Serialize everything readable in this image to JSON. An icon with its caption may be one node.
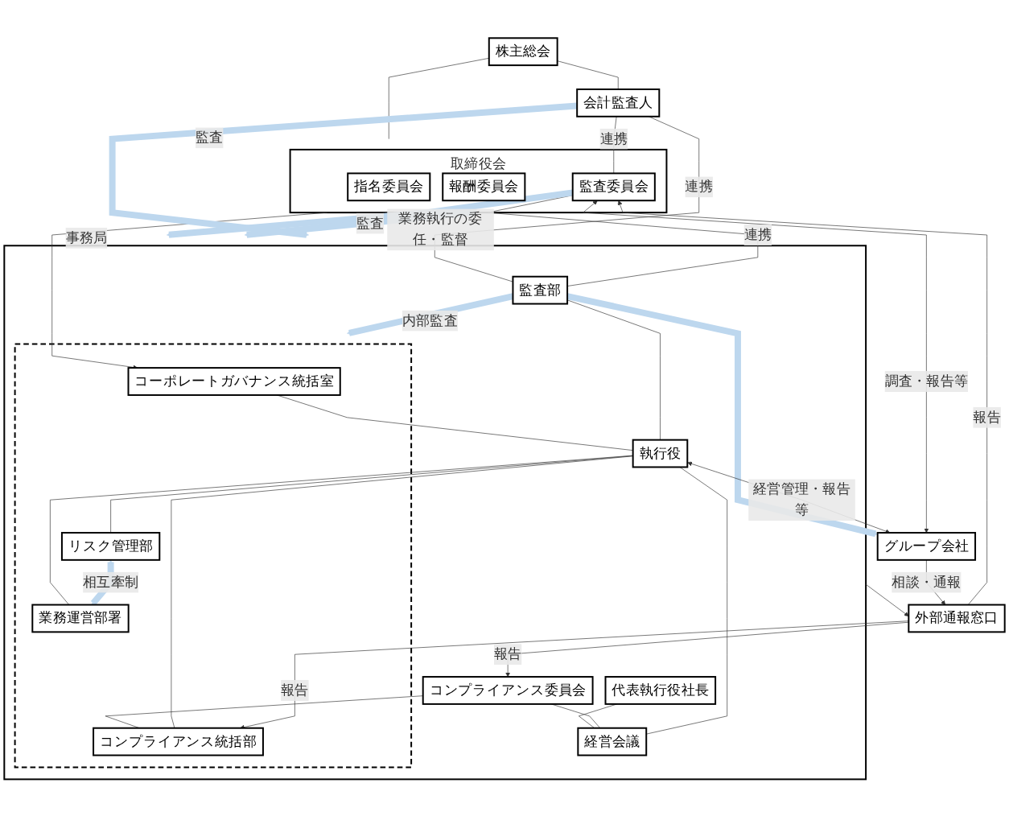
{
  "diagram": {
    "nodes": [
      {
        "text": [
          "株主総会"
        ]
      },
      {
        "text": [
          "取締役会"
        ]
      },
      {
        "text": [
          "指名委員会"
        ],
        "in": 1
      },
      {
        "text": [
          "報酬委員会"
        ],
        "in": 1
      },
      {
        "text": [
          "監査委員会"
        ],
        "in": 1
      },
      {
        "text": [
          "会計監査人"
        ]
      },
      {
        "text": [],
        "shape": "box"
      },
      {
        "text": [],
        "shape": "box",
        "in": 6
      },
      {
        "text": [
          "コーポレートガバナンス統括室"
        ],
        "in": 7
      },
      {
        "text": [
          "代表執行役社長"
        ],
        "in": 6
      },
      {
        "text": [
          "経営会議"
        ],
        "in": 6
      },
      {
        "text": [
          "執行役"
        ],
        "in": 6
      },
      {
        "text": [
          "コンプライアンス委員会"
        ],
        "in": 6
      },
      {
        "text": [
          "コンプライアンス統括部"
        ],
        "in": 7
      },
      {
        "text": [
          "リスク管理部"
        ],
        "in": 7
      },
      {
        "text": [
          "業務運営部署"
        ],
        "in": 7
      },
      {
        "text": [
          "監査部"
        ],
        "in": 6
      },
      {
        "text": [
          "外部通報窓口"
        ]
      },
      {
        "text": [
          "グループ会社"
        ]
      }
    ],
    "edges": [
      {
        "from": 0,
        "to": 1,
        "arrow": "none"
      },
      {
        "from": 0,
        "to": 5,
        "arrow": "none"
      },
      {
        "from": 5,
        "to": 4,
        "arrow": "none",
        "label": "連携"
      },
      {
        "from": 5,
        "to": 16,
        "arrow": "none",
        "label": "連携"
      },
      {
        "from": 4,
        "to": 16,
        "arrow": "none",
        "label": "連携"
      },
      {
        "from": 1,
        "to": 8,
        "arrow": "to",
        "label": "事務局"
      },
      {
        "from": 4,
        "to": 6,
        "arrow": "to",
        "label": "監査",
        "style": "thick",
        "color": "#bdd7ee"
      },
      {
        "from": 1,
        "to": 6,
        "arrow": "to",
        "label": "業務執行の委任・監督",
        "style": "thick",
        "color": "#bdd7ee"
      },
      {
        "from": 5,
        "to": 6,
        "arrow": "to",
        "label": "監査",
        "style": "thick",
        "color": "#bdd7ee"
      },
      {
        "from": 9,
        "to": 10,
        "arrow": "none"
      },
      {
        "from": 10,
        "to": 11,
        "arrow": "none"
      },
      {
        "from": 10,
        "to": 12,
        "arrow": "none"
      },
      {
        "from": 12,
        "to": 13,
        "arrow": "none"
      },
      {
        "from": 8,
        "to": 11,
        "arrow": "none"
      },
      {
        "from": 11,
        "to": 13,
        "arrow": "none"
      },
      {
        "from": 11,
        "to": 14,
        "arrow": "none"
      },
      {
        "from": 11,
        "to": 15,
        "arrow": "none"
      },
      {
        "from": 16,
        "to": 11,
        "arrow": "none"
      },
      {
        "from": 14,
        "to": 15,
        "arrow": "both",
        "label": "相互牽制",
        "style": "thick",
        "color": "#bdd7ee"
      },
      {
        "from": 16,
        "to": 7,
        "arrow": "to",
        "label": "内部監査",
        "style": "thick",
        "color": "#bdd7ee"
      },
      {
        "from": 16,
        "to": 18,
        "arrow": "to",
        "style": "thick",
        "color": "#bdd7ee"
      },
      {
        "from": 11,
        "to": 18,
        "arrow": "both",
        "label": "経営管理・報告等"
      },
      {
        "from": 17,
        "to": 4,
        "arrow": "to",
        "label": "報告"
      },
      {
        "from": 17,
        "to": 12,
        "arrow": "to",
        "label": "報告"
      },
      {
        "from": 17,
        "to": 13,
        "arrow": "to",
        "label": "報告"
      },
      {
        "from": 6,
        "to": 17,
        "arrow": "to"
      },
      {
        "from": 18,
        "to": 17,
        "arrow": "to",
        "label": "相談・通報"
      },
      {
        "from": 4,
        "to": 18,
        "arrow": "both",
        "label": "調査・報告等"
      }
    ]
  }
}
